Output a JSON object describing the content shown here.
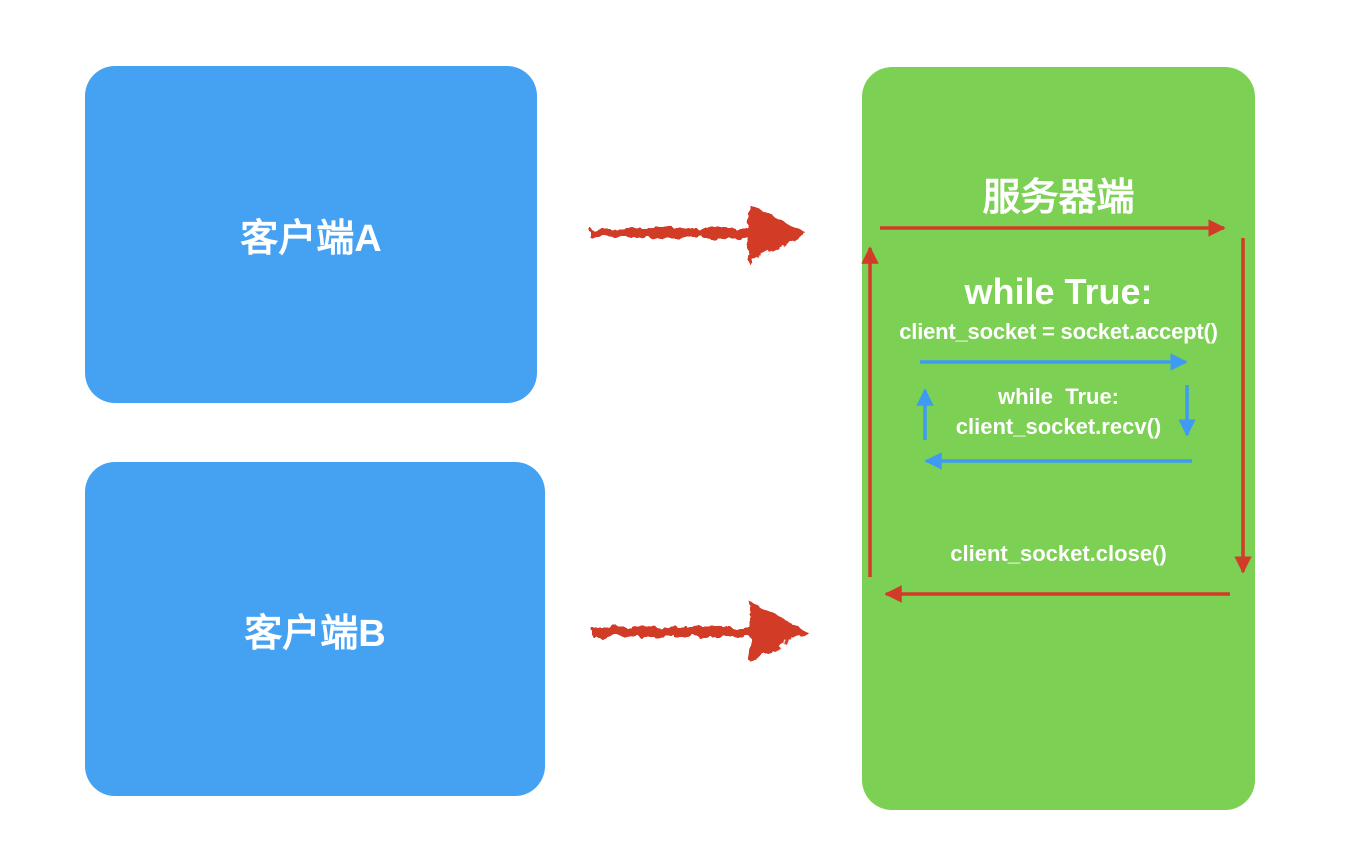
{
  "clients": [
    {
      "label": "客户端A"
    },
    {
      "label": "客户端B"
    }
  ],
  "server": {
    "title": "服务器端",
    "outer_loop_label": "while True:",
    "accept_line": "client_socket = socket.accept()",
    "inner_loop_label": "while  True:",
    "recv_line": "client_socket.recv()",
    "close_line": "client_socket.close()"
  },
  "arrows": [
    {
      "name": "client-a-to-server-arrow",
      "style": "crayon",
      "color": "red",
      "direction": "right"
    },
    {
      "name": "client-b-to-server-arrow",
      "style": "crayon",
      "color": "red",
      "direction": "right"
    },
    {
      "name": "outer-loop-top-arrow",
      "color": "red",
      "direction": "right"
    },
    {
      "name": "outer-loop-right-arrow",
      "color": "red",
      "direction": "down"
    },
    {
      "name": "outer-loop-bottom-arrow",
      "color": "red",
      "direction": "left"
    },
    {
      "name": "outer-loop-left-arrow",
      "color": "red",
      "direction": "up"
    },
    {
      "name": "inner-loop-top-arrow",
      "color": "blue",
      "direction": "right"
    },
    {
      "name": "inner-loop-left-arrow",
      "color": "blue",
      "direction": "up"
    },
    {
      "name": "inner-loop-right-arrow",
      "color": "blue",
      "direction": "down"
    },
    {
      "name": "inner-loop-bottom-arrow",
      "color": "blue",
      "direction": "left"
    }
  ],
  "colors": {
    "client_box": "#45a1f1",
    "server_box": "#7cd053",
    "red_arrow": "#d23b28",
    "blue_arrow": "#3e9af2",
    "text": "#ffffff"
  }
}
